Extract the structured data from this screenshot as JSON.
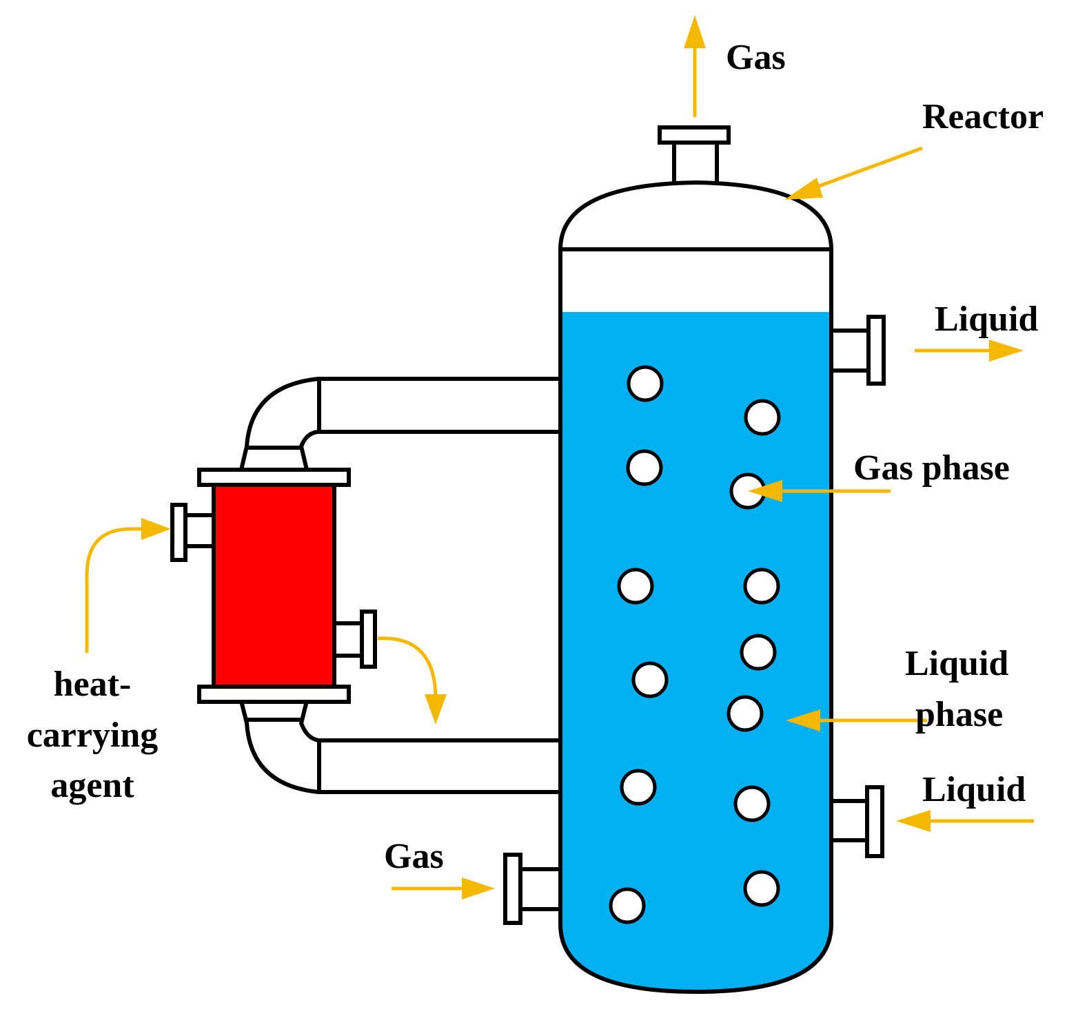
{
  "labels": {
    "gas_top": "Gas",
    "reactor": "Reactor",
    "liquid_out": "Liquid",
    "gas_phase": "Gas phase",
    "liquid_phase_line1": "Liquid",
    "liquid_phase_line2": "phase",
    "liquid_in": "Liquid",
    "gas_in": "Gas",
    "heat_agent_line1": "heat-",
    "heat_agent_line2": "carrying",
    "heat_agent_line3": "agent"
  },
  "colors": {
    "liquid": "#00B0F0",
    "heat_exchanger": "#FF0000",
    "arrow": "#F5B800",
    "outline": "#000000",
    "background": "#FFFFFF"
  }
}
